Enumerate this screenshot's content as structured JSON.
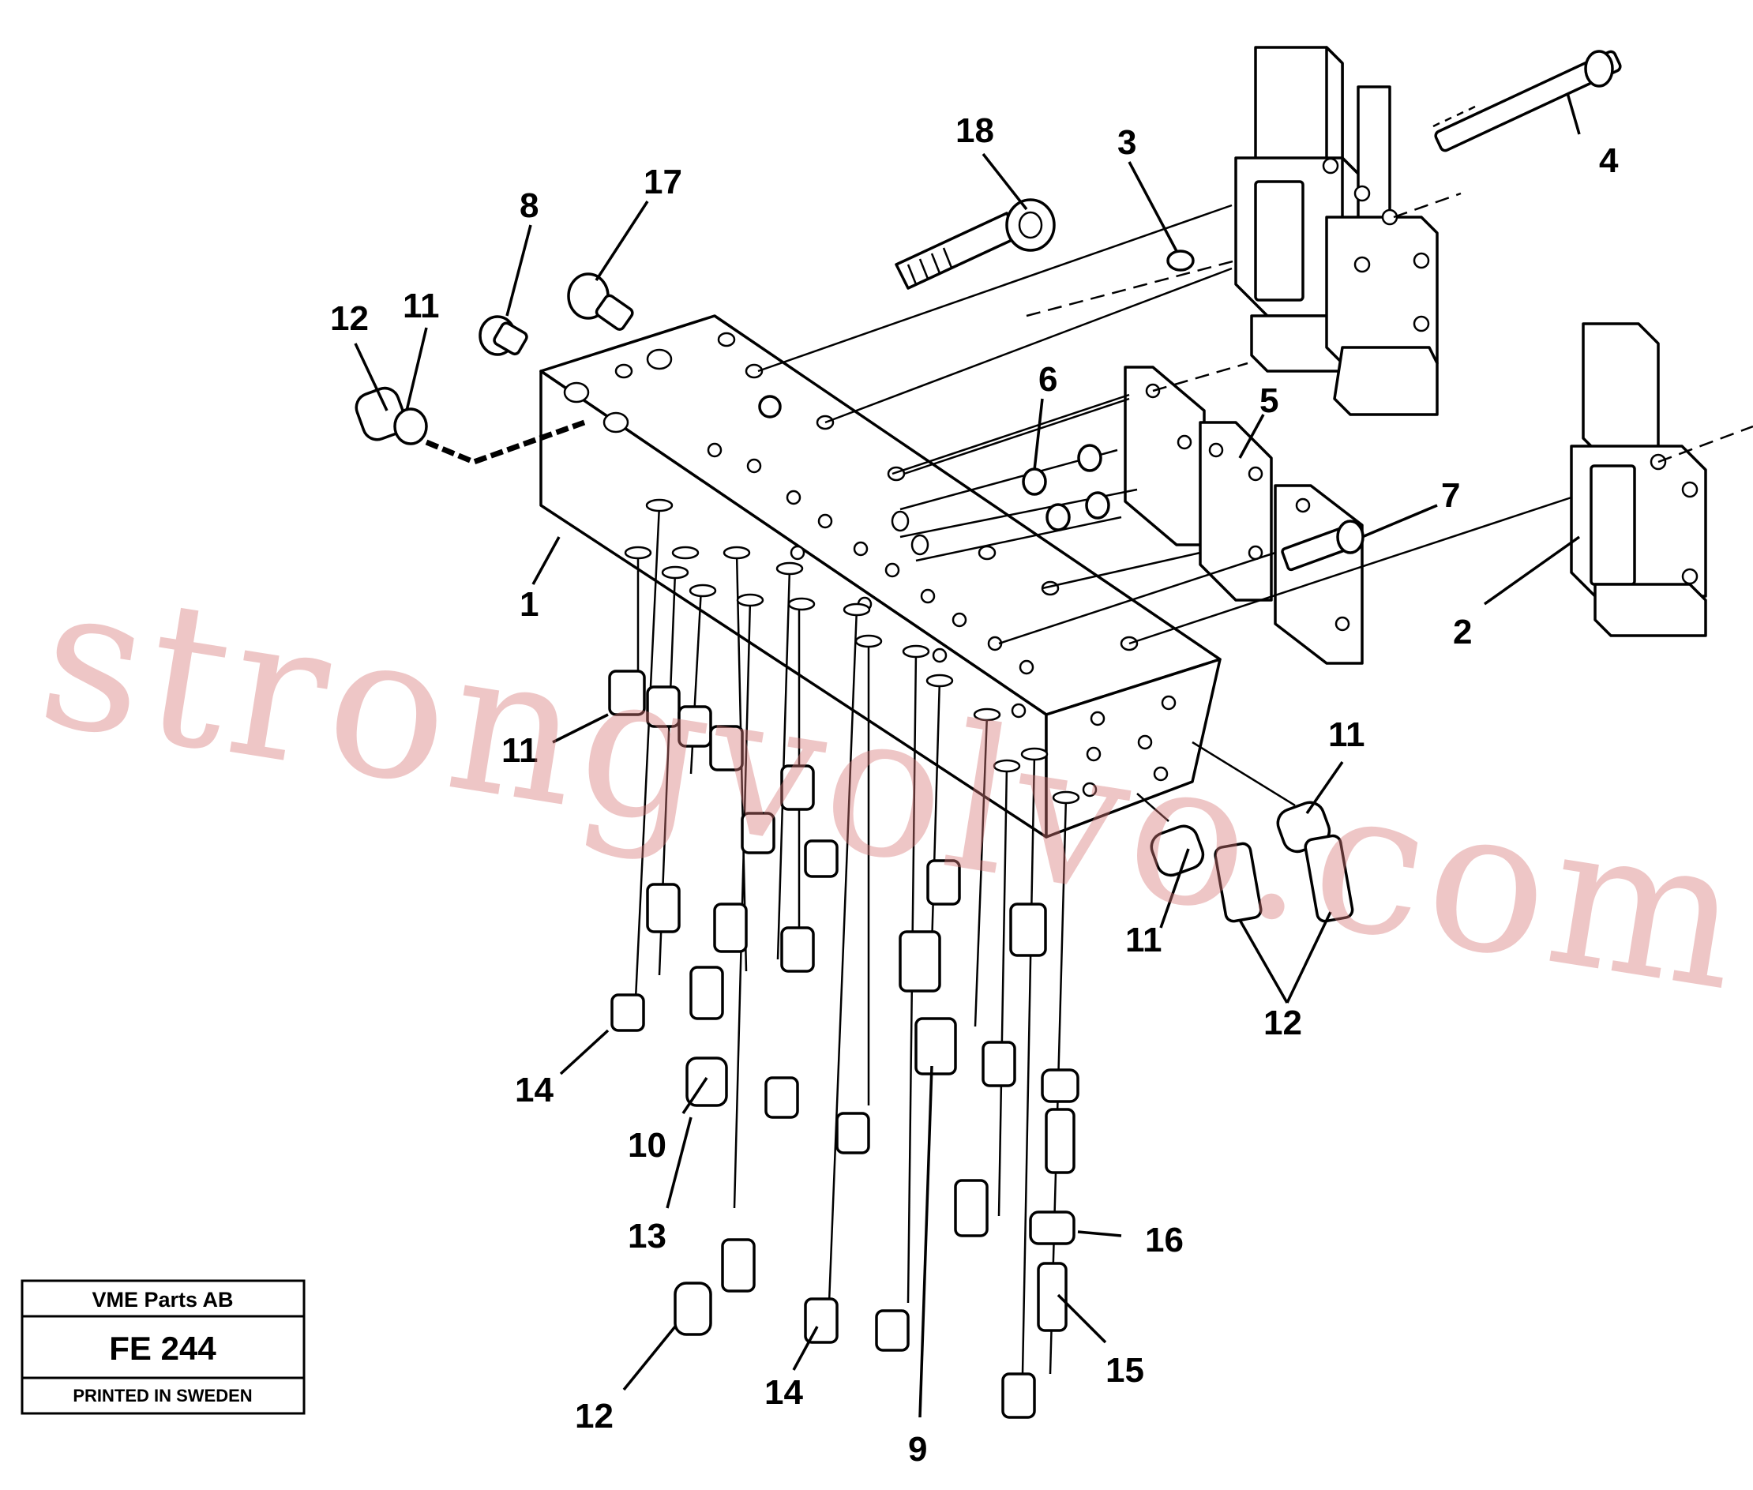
{
  "callouts": [
    {
      "id": "c18",
      "text": "18"
    },
    {
      "id": "c3",
      "text": "3"
    },
    {
      "id": "c4",
      "text": "4"
    },
    {
      "id": "c17",
      "text": "17"
    },
    {
      "id": "c8",
      "text": "8"
    },
    {
      "id": "c12a",
      "text": "12"
    },
    {
      "id": "c11a",
      "text": "11"
    },
    {
      "id": "c6",
      "text": "6"
    },
    {
      "id": "c5",
      "text": "5"
    },
    {
      "id": "c7",
      "text": "7"
    },
    {
      "id": "c1",
      "text": "1"
    },
    {
      "id": "c2",
      "text": "2"
    },
    {
      "id": "c11b",
      "text": "11"
    },
    {
      "id": "c11c",
      "text": "11"
    },
    {
      "id": "c11d",
      "text": "11"
    },
    {
      "id": "c12b",
      "text": "12"
    },
    {
      "id": "c14a",
      "text": "14"
    },
    {
      "id": "c10",
      "text": "10"
    },
    {
      "id": "c13",
      "text": "13"
    },
    {
      "id": "c16",
      "text": "16"
    },
    {
      "id": "c15",
      "text": "15"
    },
    {
      "id": "c12c",
      "text": "12"
    },
    {
      "id": "c14b",
      "text": "14"
    },
    {
      "id": "c9",
      "text": "9"
    }
  ],
  "watermark": "strongvolvo.com",
  "info_box": {
    "company": "VME Parts AB",
    "code": "FE 244",
    "printed": "PRINTED IN SWEDEN"
  }
}
